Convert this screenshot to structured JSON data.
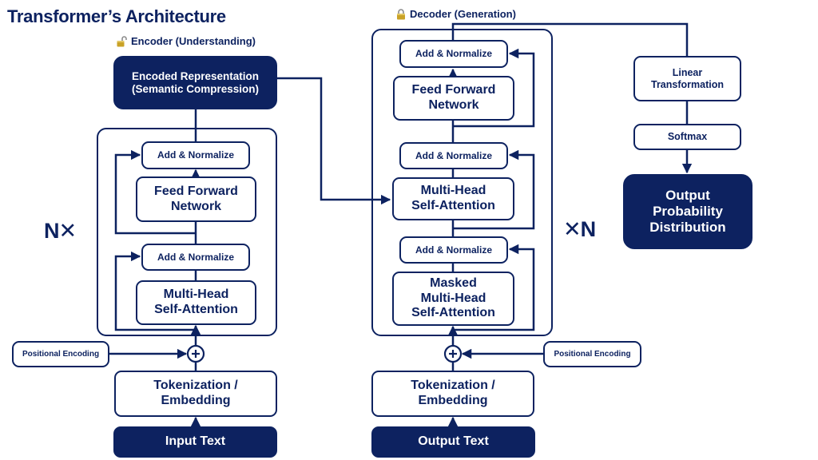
{
  "title": "Transformer’s Architecture",
  "colors": {
    "primary": "#0d2260",
    "background": "#ffffff",
    "lock_gold": "#c9a227"
  },
  "encoder": {
    "label": "Encoder (Understanding)",
    "icon": "unlocked-padlock-icon",
    "encoded_representation": {
      "line1": "Encoded Representation",
      "line2": "(Semantic Compression)"
    },
    "repeat_label": "N✕",
    "blocks": {
      "add_norm_top": "Add & Normalize",
      "feed_forward": {
        "line1": "Feed Forward",
        "line2": "Network"
      },
      "add_norm_bottom": "Add & Normalize",
      "self_attention": {
        "line1": "Multi-Head",
        "line2": "Self-Attention"
      }
    },
    "positional_encoding": "Positional Encoding",
    "plus_symbol": "+",
    "embedding": {
      "line1": "Tokenization /",
      "line2": "Embedding"
    },
    "input": "Input Text"
  },
  "decoder": {
    "label": "Decoder (Generation)",
    "icon": "locked-padlock-icon",
    "repeat_label": "✕N",
    "blocks": {
      "add_norm_top": "Add & Normalize",
      "feed_forward": {
        "line1": "Feed Forward",
        "line2": "Network"
      },
      "add_norm_middle": "Add & Normalize",
      "cross_attention": {
        "line1": "Multi-Head",
        "line2": "Self-Attention"
      },
      "add_norm_bottom": "Add & Normalize",
      "masked_attention": {
        "line1": "Masked",
        "line2": "Multi-Head",
        "line3": "Self-Attention"
      }
    },
    "positional_encoding": "Positional Encoding",
    "plus_symbol": "+",
    "embedding": {
      "line1": "Tokenization /",
      "line2": "Embedding"
    },
    "input": "Output Text"
  },
  "output_head": {
    "linear": {
      "line1": "Linear",
      "line2": "Transformation"
    },
    "softmax": "Softmax",
    "output": {
      "line1": "Output",
      "line2": "Probability",
      "line3": "Distribution"
    }
  }
}
